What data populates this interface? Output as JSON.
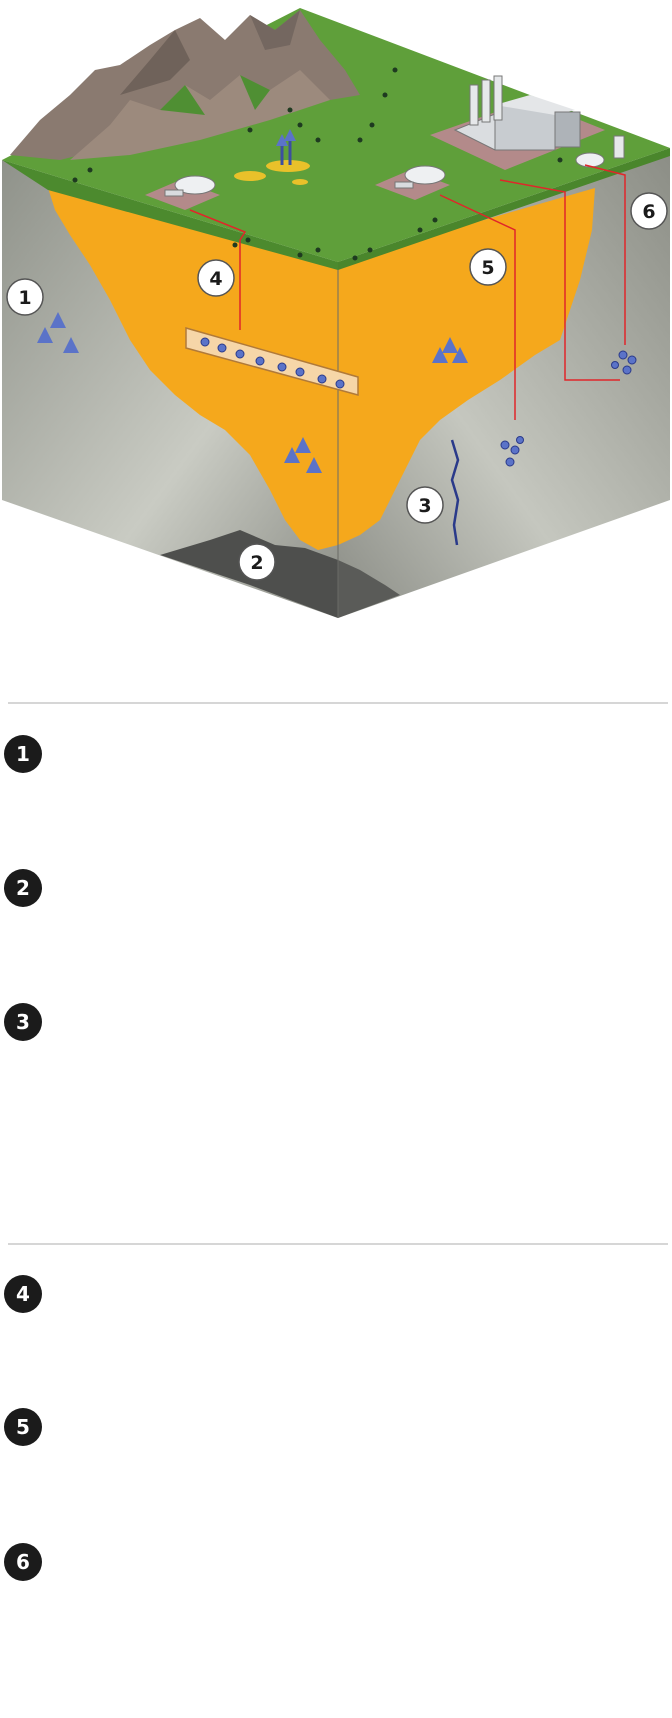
{
  "diagram": {
    "markers": [
      {
        "number": "1"
      },
      {
        "number": "2"
      },
      {
        "number": "3"
      },
      {
        "number": "4"
      },
      {
        "number": "5"
      },
      {
        "number": "6"
      }
    ]
  },
  "legend": [
    {
      "number": "1",
      "text": ""
    },
    {
      "number": "2",
      "text": ""
    },
    {
      "number": "3",
      "text": ""
    },
    {
      "number": "4",
      "text": ""
    },
    {
      "number": "5",
      "text": ""
    },
    {
      "number": "6",
      "text": ""
    }
  ],
  "colors": {
    "grass": "#5f9f3a",
    "soil": "#f5a81c",
    "bedrock": "#9a9a90",
    "arrow": "#3c4fa0",
    "pipe": "#e0262a",
    "badge": "#1b1b1b"
  }
}
